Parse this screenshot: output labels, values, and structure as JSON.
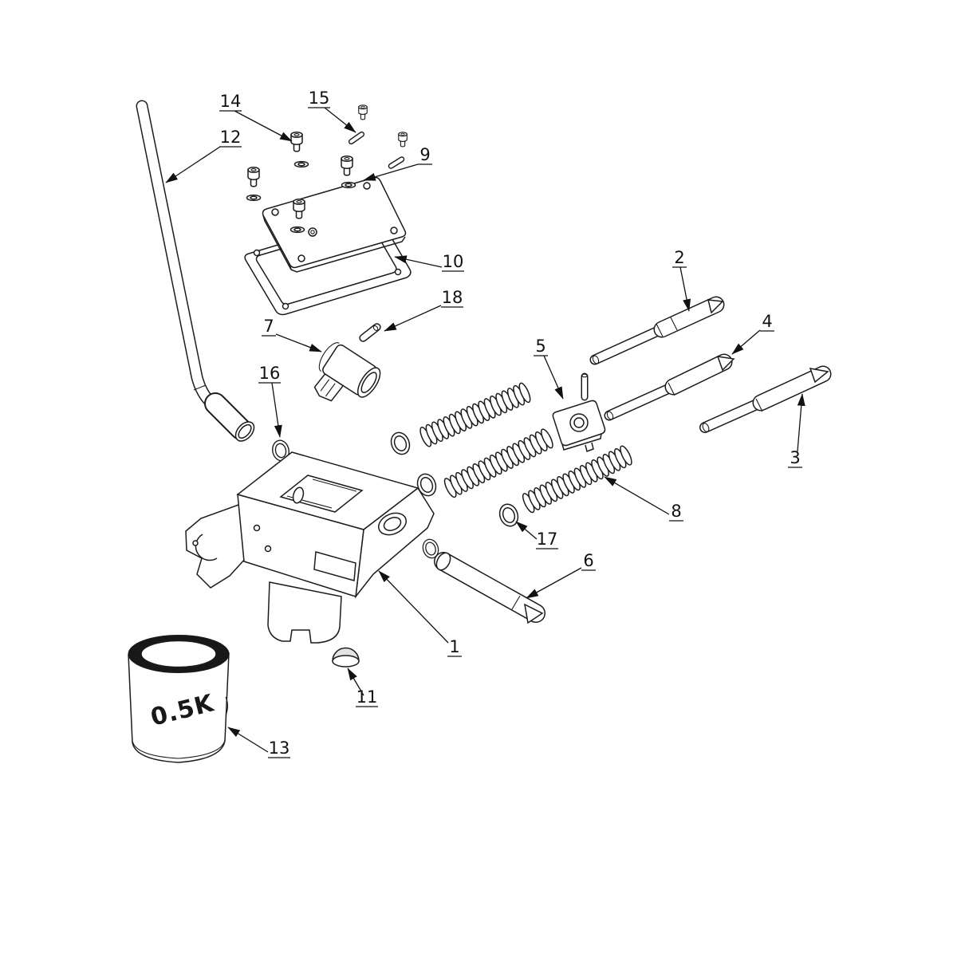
{
  "diagram": {
    "type": "exploded-parts-diagram",
    "background_color": "#ffffff",
    "line_color": "#1c1c1c",
    "can_label": "0.5K",
    "parts": [
      {
        "number": "1"
      },
      {
        "number": "2"
      },
      {
        "number": "3"
      },
      {
        "number": "4"
      },
      {
        "number": "5"
      },
      {
        "number": "6"
      },
      {
        "number": "7"
      },
      {
        "number": "8"
      },
      {
        "number": "9"
      },
      {
        "number": "10"
      },
      {
        "number": "11"
      },
      {
        "number": "12"
      },
      {
        "number": "13"
      },
      {
        "number": "14"
      },
      {
        "number": "15"
      },
      {
        "number": "16"
      },
      {
        "number": "17"
      },
      {
        "number": "18"
      }
    ]
  }
}
